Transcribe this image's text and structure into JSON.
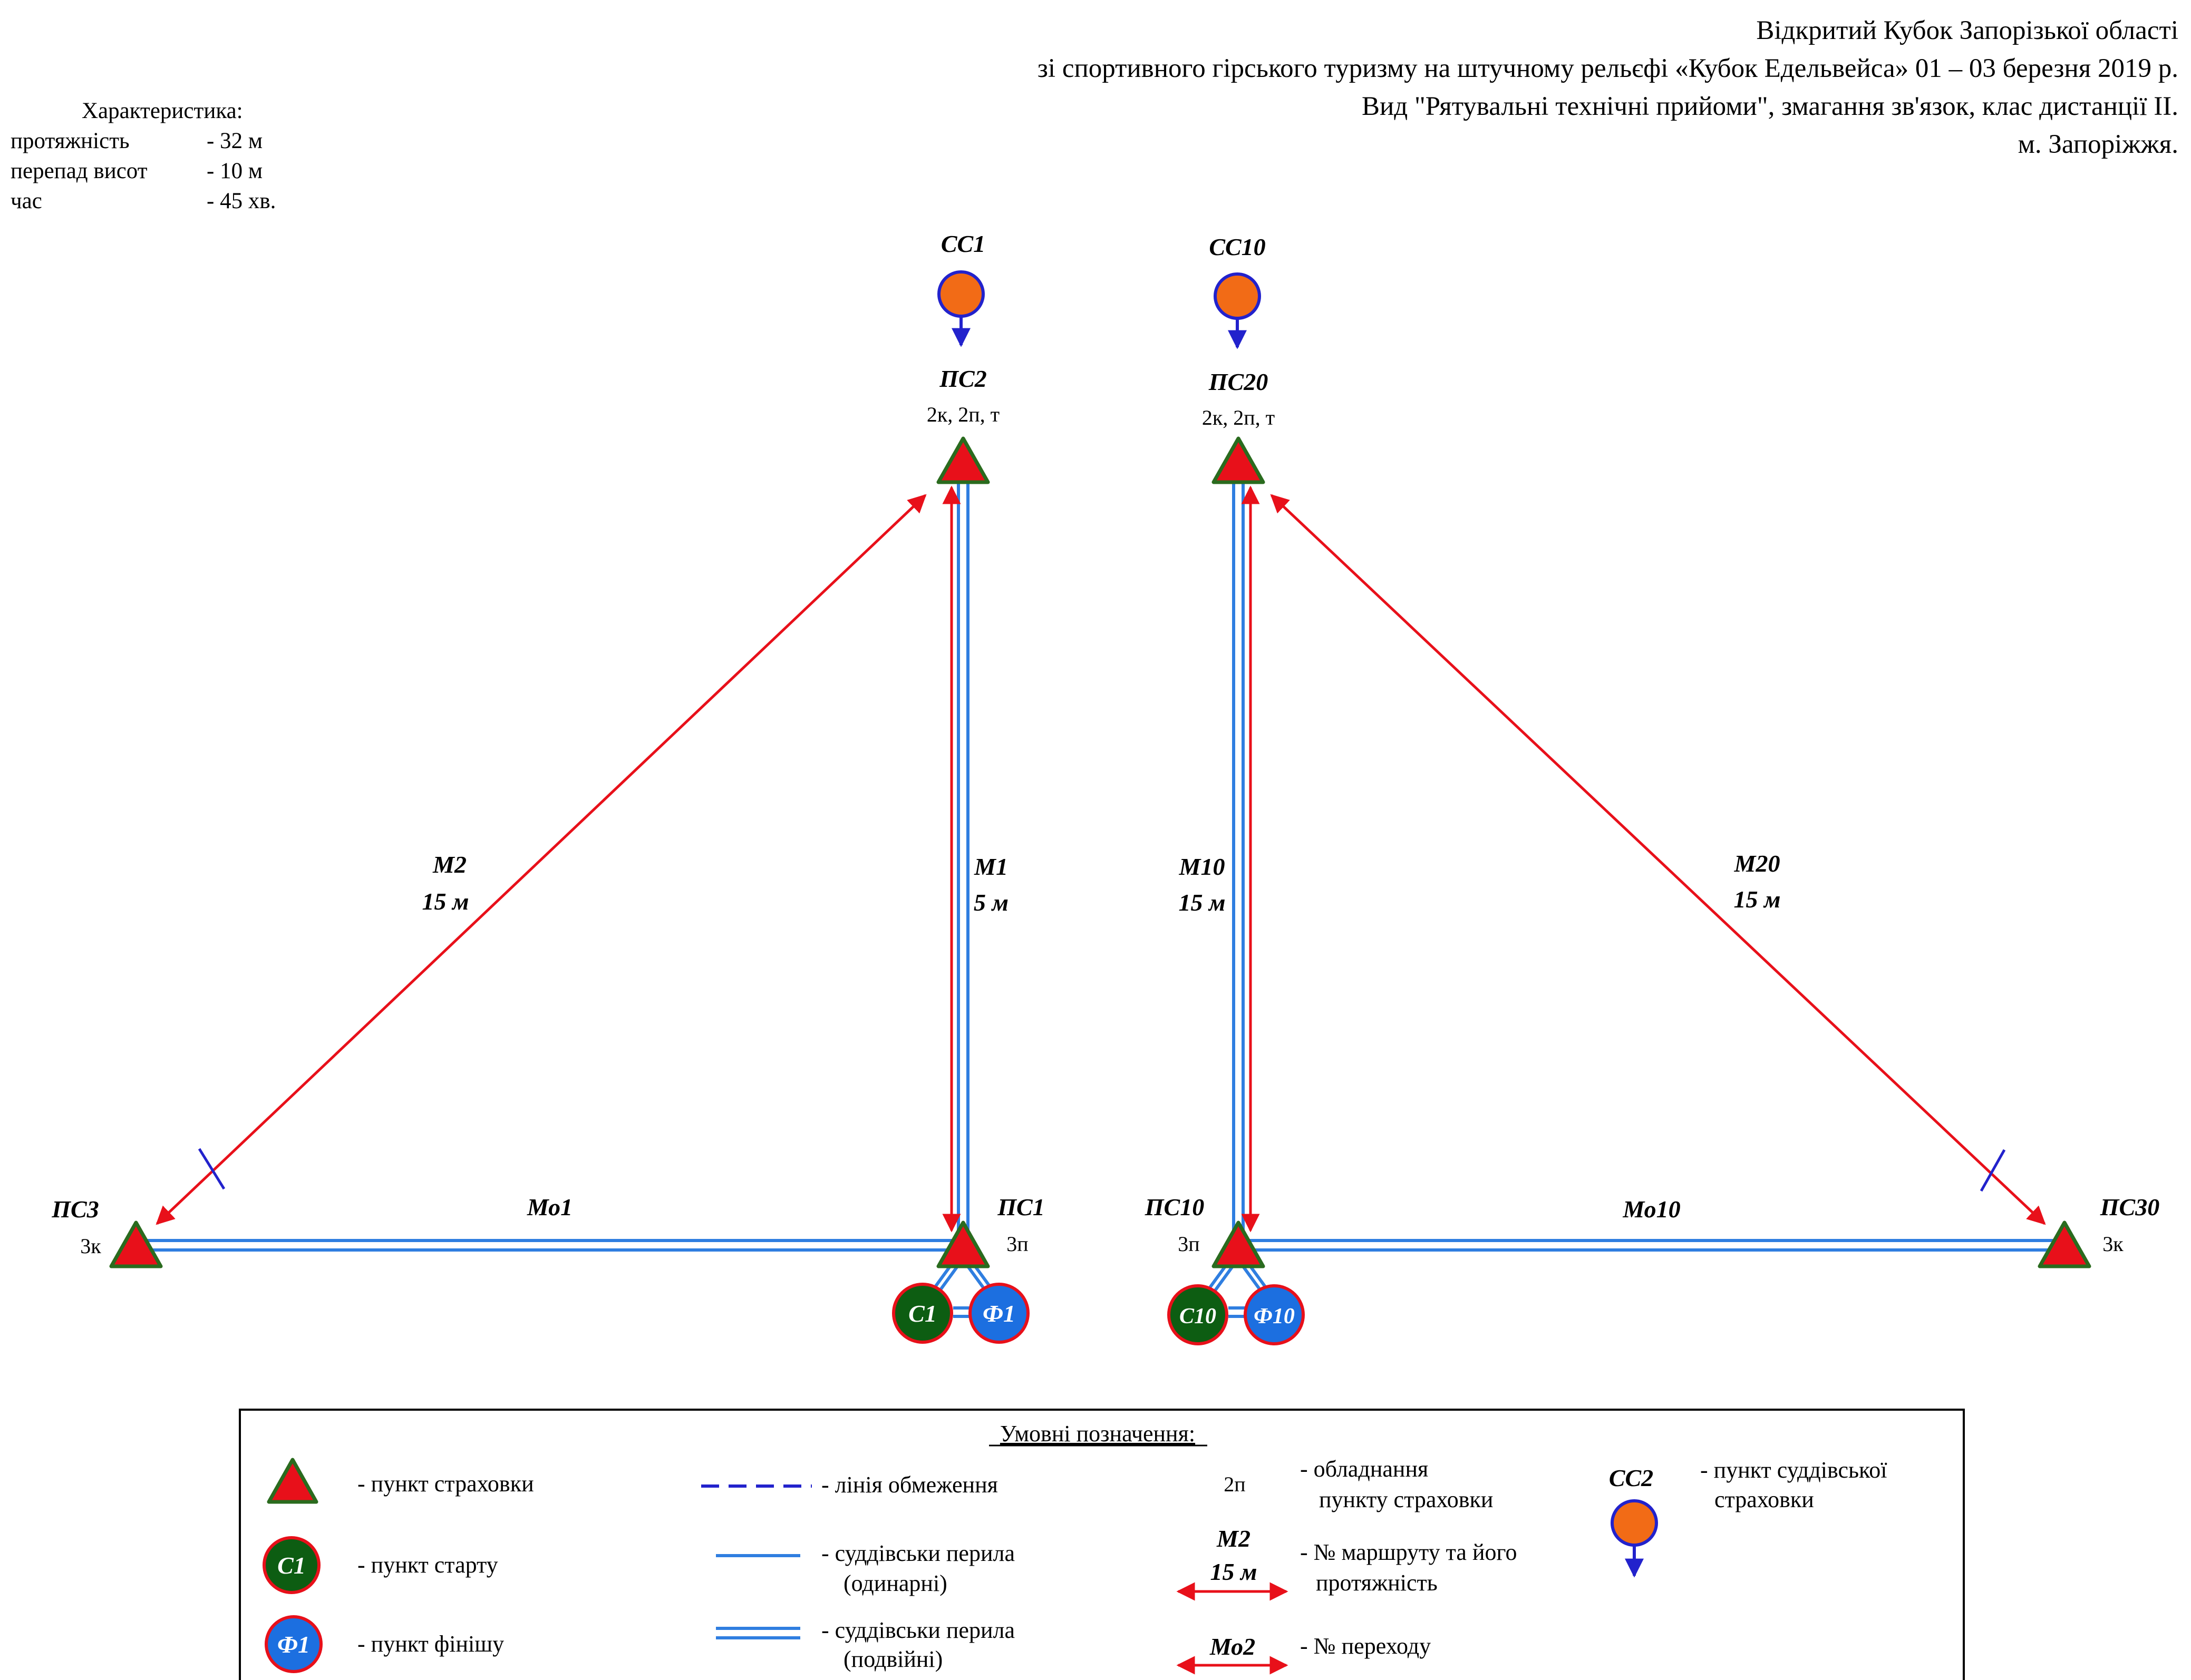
{
  "header": {
    "line1": "Відкритий Кубок Запорізької області",
    "line2": "зі спортивного гірського туризму на штучному рельєфі «Кубок Едельвейса» 01 – 03 березня 2019 р.",
    "line3": "Вид \"Рятувальні технічні прийоми\", змагання зв'язок, клас дистанції ІІ.",
    "line4": "м. Запоріжжя."
  },
  "characteristics": {
    "title": "Характеристика:",
    "rows": [
      {
        "name": "протяжність",
        "value": "- 32 м"
      },
      {
        "name": "перепад висот",
        "value": "- 10 м"
      },
      {
        "name": "час",
        "value": "- 45 хв."
      }
    ]
  },
  "colors": {
    "triangle_fill": "#e8101a",
    "triangle_stroke": "#2a6b1e",
    "route_red": "#e8101a",
    "rail_blue": "#2f7ee0",
    "judge_orange": "#f26b16",
    "judge_stroke": "#2222cc",
    "start_green": "#0d5d12",
    "finish_blue": "#1c6fe0",
    "circle_stroke": "#e8101a"
  },
  "nodes": {
    "ss1": {
      "label": "СС1"
    },
    "ss10": {
      "label": "СС10"
    },
    "ps2": {
      "label": "ПС2",
      "equip": "2к, 2п, т"
    },
    "ps20": {
      "label": "ПС20",
      "equip": "2к, 2п, т"
    },
    "ps3": {
      "label": "ПС3",
      "equip": "3к"
    },
    "ps1": {
      "label": "ПС1",
      "equip": "3п"
    },
    "ps10": {
      "label": "ПС10",
      "equip": "3п"
    },
    "ps30": {
      "label": "ПС30",
      "equip": "3к"
    },
    "c1": {
      "label": "С1"
    },
    "f1": {
      "label": "Ф1"
    },
    "c10": {
      "label": "С10"
    },
    "f10": {
      "label": "Ф10"
    }
  },
  "routes": {
    "m1": {
      "name": "М1",
      "length": "5 м"
    },
    "m2": {
      "name": "М2",
      "length": "15 м"
    },
    "m10": {
      "name": "М10",
      "length": "15 м"
    },
    "m20": {
      "name": "М20",
      "length": "15 м"
    },
    "mo1": {
      "name": "Мо1"
    },
    "mo10": {
      "name": "Мо10"
    }
  },
  "legend": {
    "title": "Умовні позначення:",
    "belay_point": "- пункт страховки",
    "start_point": "- пункт старту",
    "start_symbol": "С1",
    "finish_point": "- пункт фінішу",
    "finish_symbol": "Ф1",
    "boundary_line": "- лінія обмеження",
    "single_rail_1": "- суддівськи перила",
    "single_rail_2": "(одинарні)",
    "double_rail_1": "- суддівськи перила",
    "double_rail_2": "(подвійні)",
    "equip_symbol": "2п",
    "equip_desc_1": "- обладнання",
    "equip_desc_2": "пункту страховки",
    "route_symbol": "М2",
    "route_symbol_len": "15 м",
    "route_desc_1": "- № маршруту та його",
    "route_desc_2": "протяжність",
    "transition_symbol": "Мо2",
    "transition_desc": "- № переходу",
    "judge_symbol": "СС2",
    "judge_desc_1": "- пункт суддівської",
    "judge_desc_2": "страховки"
  }
}
